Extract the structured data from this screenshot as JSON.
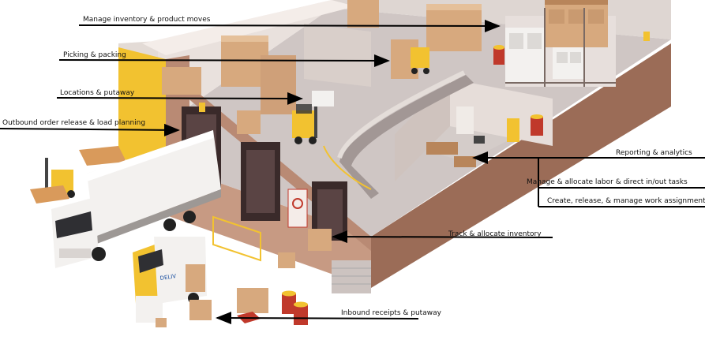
{
  "labels": {
    "inventory_moves": "Manage inventory & product moves",
    "picking_packing": "Picking & packing",
    "locations_putaway": "Locations & putaway",
    "outbound_release": "Outbound order release & load planning",
    "reporting": "Reporting & analytics",
    "labor": "Manage & allocate labor & direct in/out tasks",
    "work_assignments": "Create, release, & manage work assignments",
    "track_inventory": "Track & allocate inventory",
    "inbound_receipts": "Inbound receipts & putaway"
  },
  "colors": {
    "floor": "#cfc6c4",
    "wall_top": "#e9e1dd",
    "wall_side": "#b98a74",
    "foundation": "#9b6c57",
    "accent_yellow": "#f2c230",
    "box": "#d7a97e",
    "box_dark": "#b8855a",
    "arrow": "#000000"
  },
  "truck_text": "DELIV"
}
